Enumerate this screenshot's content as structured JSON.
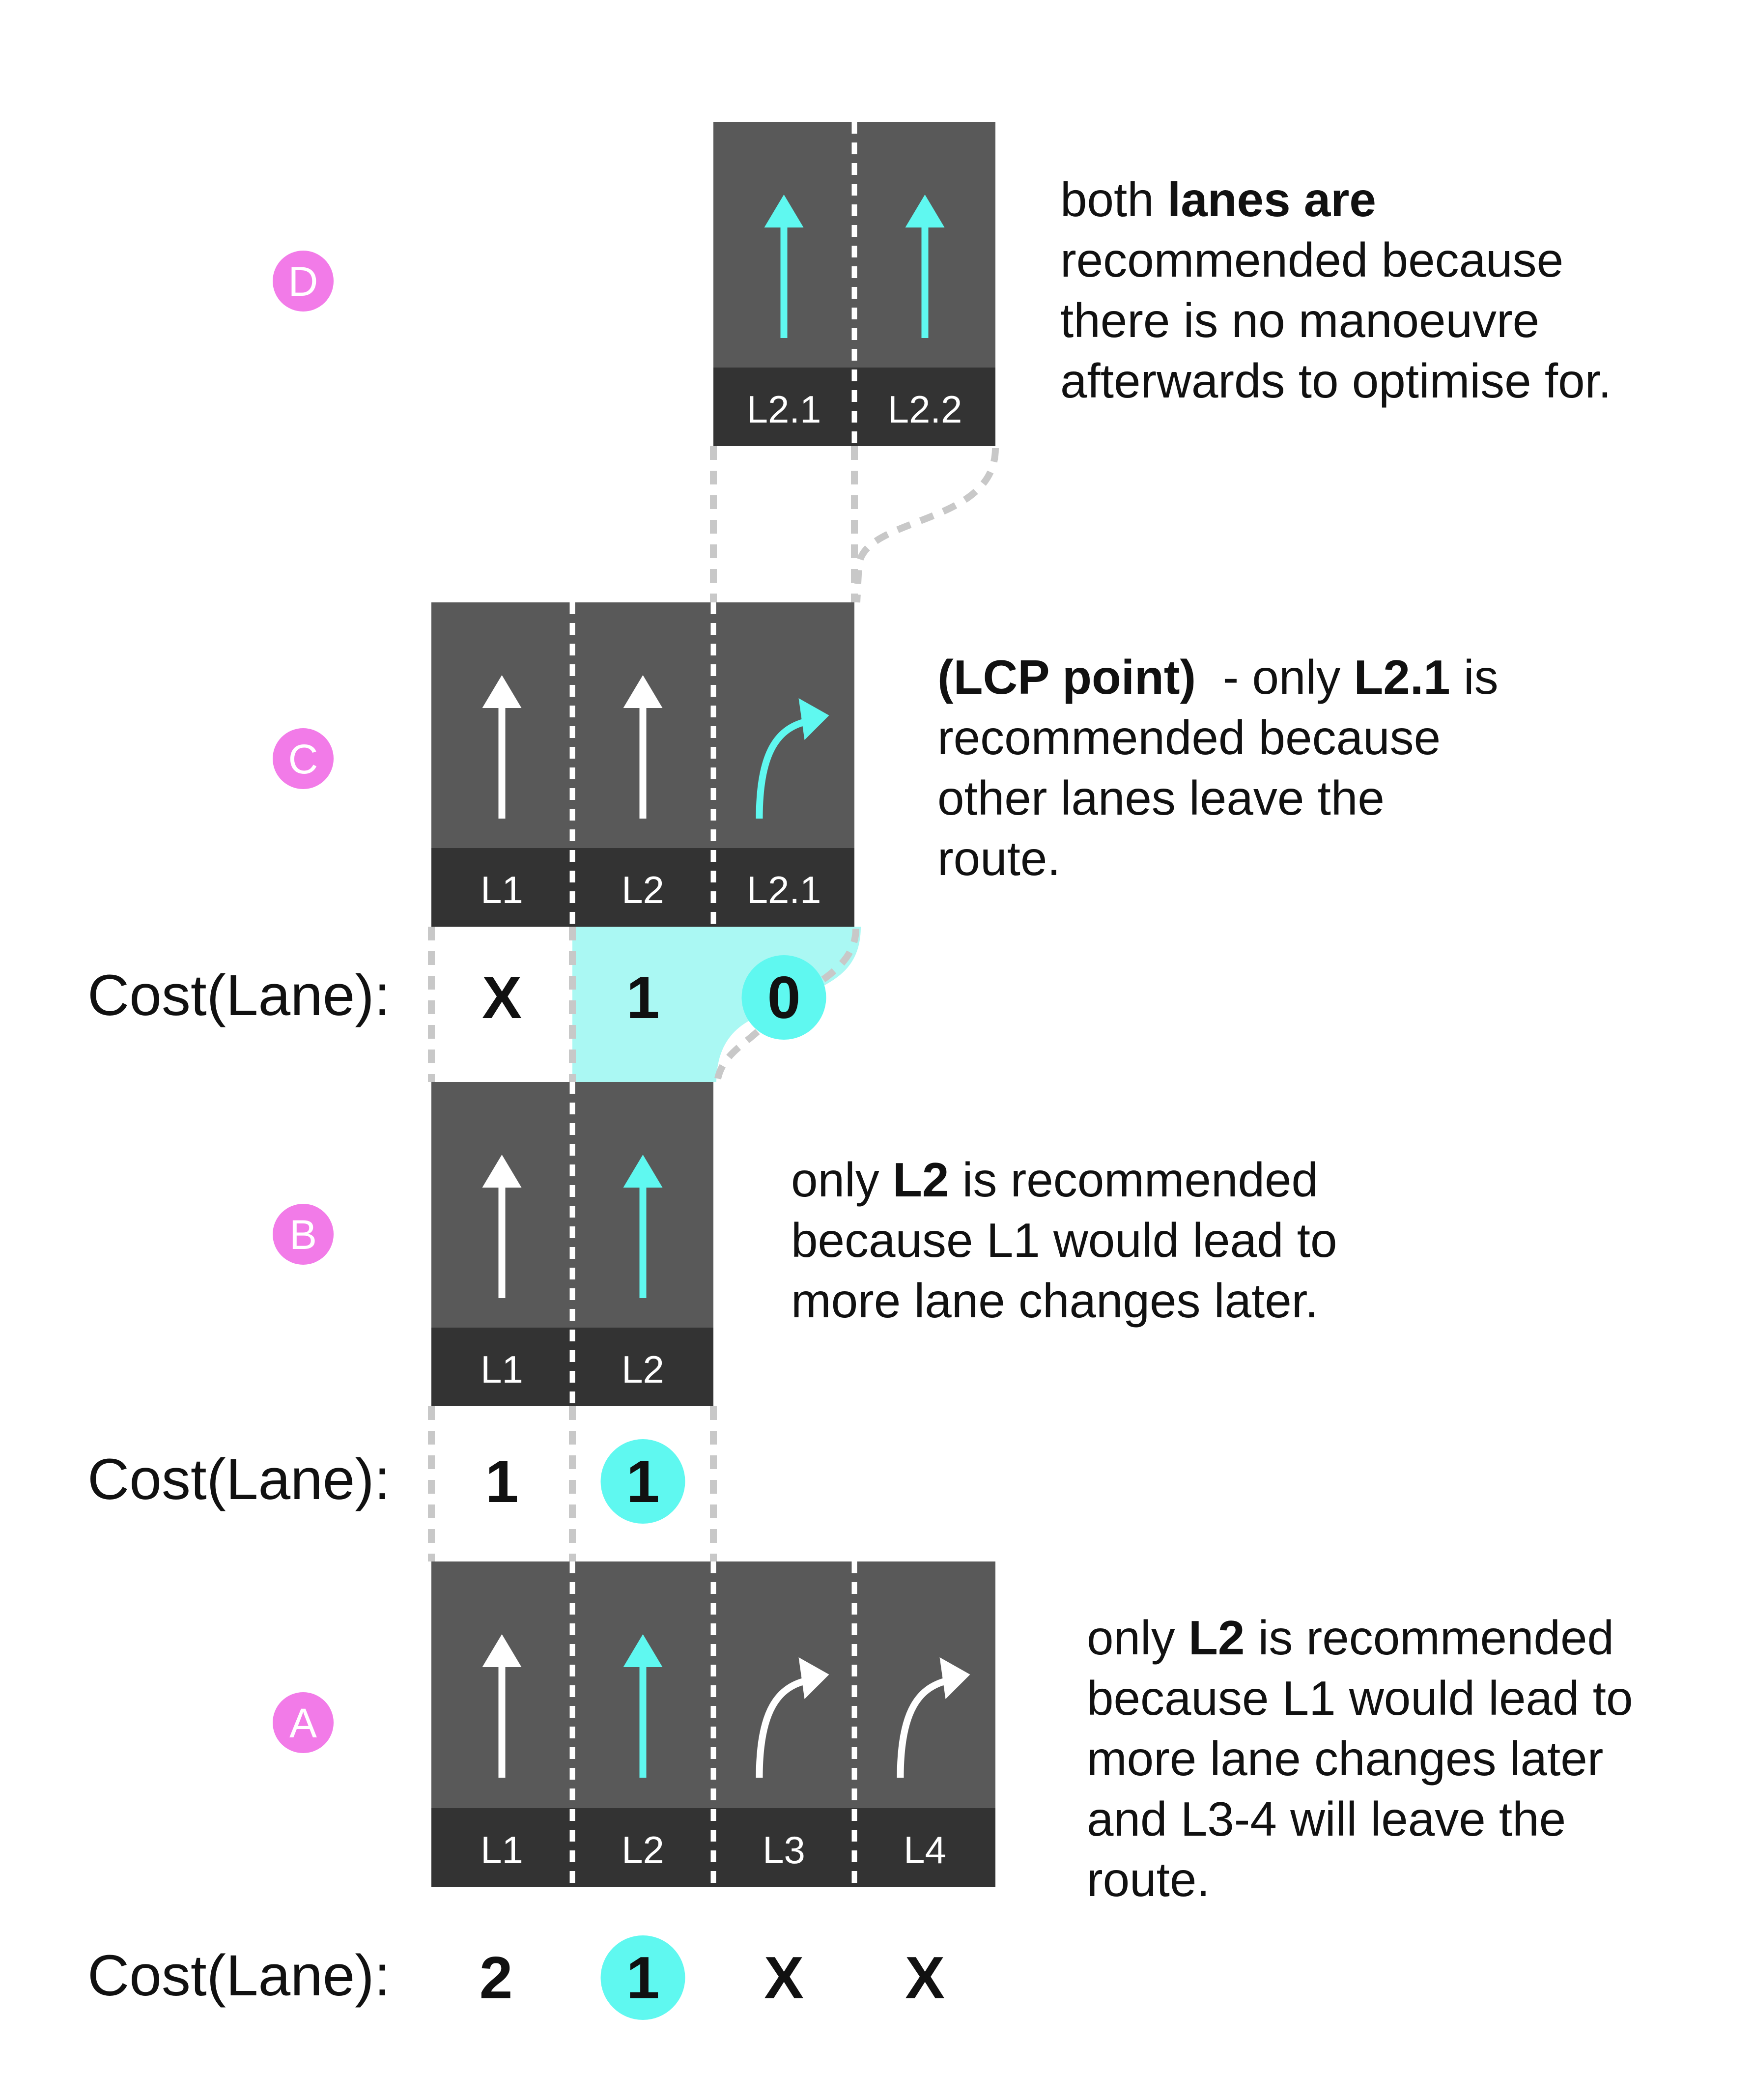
{
  "colors": {
    "lane_body": "#595959",
    "lane_footer": "#333333",
    "recommended_cyan": "#5ff8f0",
    "highlight_fill": "#aaf8f3",
    "badge_pink": "#f27be8",
    "connector_grey": "#c8c8c8",
    "arrow_white": "#ffffff"
  },
  "stages": [
    {
      "badge": "D",
      "lanes": [
        {
          "label": "L2.1",
          "arrow": "straight-arrow-icon",
          "recommended": true
        },
        {
          "label": "L2.2",
          "arrow": "straight-arrow-icon",
          "recommended": true
        }
      ],
      "description": {
        "lines": [
          [
            {
              "t": "both ",
              "b": false
            },
            {
              "t": "lanes are",
              "b": true
            }
          ],
          [
            {
              "t": "recommended because",
              "b": false
            }
          ],
          [
            {
              "t": "there is no manoeuvre",
              "b": false
            }
          ],
          [
            {
              "t": "afterwards to optimise for.",
              "b": false
            }
          ]
        ]
      }
    },
    {
      "badge": "C",
      "lanes": [
        {
          "label": "L1",
          "arrow": "straight-arrow-icon",
          "recommended": false
        },
        {
          "label": "L2",
          "arrow": "straight-arrow-icon",
          "recommended": false
        },
        {
          "label": "L2.1",
          "arrow": "right-turn-arrow-icon",
          "recommended": true
        }
      ],
      "cost_label": "Cost(Lane):",
      "costs": [
        {
          "value": "X",
          "selected": false,
          "highlight": false
        },
        {
          "value": "1",
          "selected": false,
          "highlight": true
        },
        {
          "value": "0",
          "selected": true,
          "highlight": false
        }
      ],
      "description": {
        "lines": [
          [
            {
              "t": "(LCP point)",
              "b": true
            },
            {
              "t": "  - only ",
              "b": false
            },
            {
              "t": "L2.1",
              "b": true
            },
            {
              "t": " is",
              "b": false
            }
          ],
          [
            {
              "t": "recommended because",
              "b": false
            }
          ],
          [
            {
              "t": "other lanes leave the",
              "b": false
            }
          ],
          [
            {
              "t": "route.",
              "b": false
            }
          ]
        ]
      }
    },
    {
      "badge": "B",
      "lanes": [
        {
          "label": "L1",
          "arrow": "straight-arrow-icon",
          "recommended": false
        },
        {
          "label": "L2",
          "arrow": "straight-arrow-icon",
          "recommended": true
        }
      ],
      "cost_label": "Cost(Lane):",
      "costs": [
        {
          "value": "1",
          "selected": false,
          "highlight": false
        },
        {
          "value": "1",
          "selected": true,
          "highlight": false
        }
      ],
      "description": {
        "lines": [
          [
            {
              "t": "only ",
              "b": false
            },
            {
              "t": "L2",
              "b": true
            },
            {
              "t": " is recommended",
              "b": false
            }
          ],
          [
            {
              "t": "because L1 would lead to",
              "b": false
            }
          ],
          [
            {
              "t": "more lane changes later.",
              "b": false
            }
          ]
        ]
      }
    },
    {
      "badge": "A",
      "lanes": [
        {
          "label": "L1",
          "arrow": "straight-arrow-icon",
          "recommended": false
        },
        {
          "label": "L2",
          "arrow": "straight-arrow-icon",
          "recommended": true
        },
        {
          "label": "L3",
          "arrow": "right-turn-arrow-icon",
          "recommended": false
        },
        {
          "label": "L4",
          "arrow": "right-turn-arrow-icon",
          "recommended": false
        }
      ],
      "cost_label": "Cost(Lane):",
      "costs": [
        {
          "value": "2",
          "selected": false,
          "highlight": false
        },
        {
          "value": "1",
          "selected": true,
          "highlight": false
        },
        {
          "value": "X",
          "selected": false,
          "highlight": false
        },
        {
          "value": "X",
          "selected": false,
          "highlight": false
        }
      ],
      "description": {
        "lines": [
          [
            {
              "t": "only ",
              "b": false
            },
            {
              "t": "L2",
              "b": true
            },
            {
              "t": " is recommended",
              "b": false
            }
          ],
          [
            {
              "t": "because L1 would lead to",
              "b": false
            }
          ],
          [
            {
              "t": "more lane changes later",
              "b": false
            }
          ],
          [
            {
              "t": "and L3-4 will leave the",
              "b": false
            }
          ],
          [
            {
              "t": "route.",
              "b": false
            }
          ]
        ]
      }
    }
  ]
}
